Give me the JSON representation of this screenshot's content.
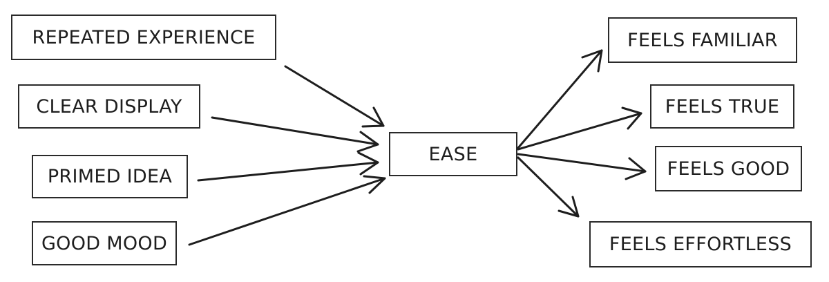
{
  "diagram": {
    "inputs": [
      {
        "label": "REPEATED EXPERIENCE"
      },
      {
        "label": "CLEAR DISPLAY"
      },
      {
        "label": "PRIMED IDEA"
      },
      {
        "label": "GOOD MOOD"
      }
    ],
    "center": {
      "label": "EASE"
    },
    "outputs": [
      {
        "label": "FEELS FAMILIAR"
      },
      {
        "label": "FEELS TRUE"
      },
      {
        "label": "FEELS GOOD"
      },
      {
        "label": "FEELS EFFORTLESS"
      }
    ],
    "colors": {
      "stroke": "#1e1e1e",
      "text": "#1e1e1e",
      "background": "#ffffff"
    }
  }
}
